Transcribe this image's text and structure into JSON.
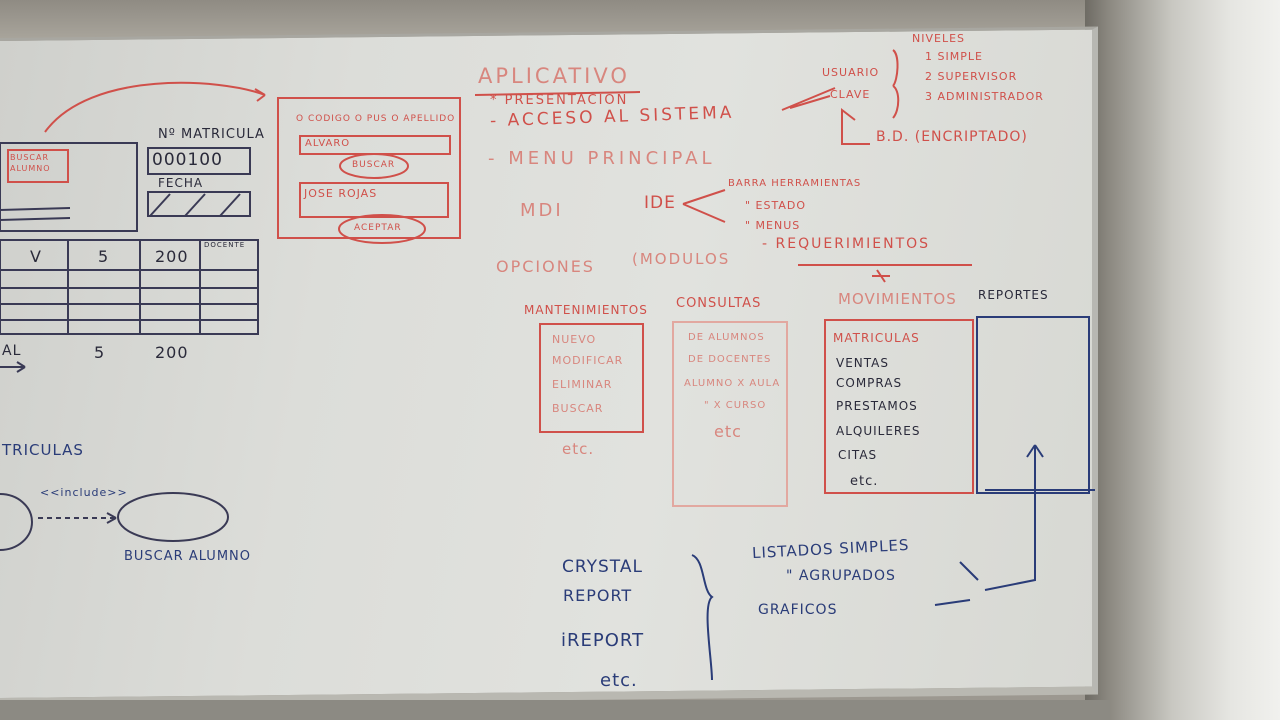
{
  "whiteboard": {
    "left_sketch": {
      "matricula_label": "Nº MATRICULA",
      "matricula_value": "000100",
      "fecha_label": "FECHA",
      "buscar_alumno_btn": "BUSCAR ALUMNO",
      "table_row": [
        "V",
        "5",
        "200"
      ],
      "docente_header": "DOCENTE",
      "totals": [
        "AL",
        "5",
        "200"
      ],
      "matriculas_label": "TRICULAS",
      "include_label": "<<include>>",
      "buscar_alumno_usecase": "BUSCAR ALUMNO"
    },
    "form_sketch": {
      "header": "O CODIGO  O PUS  O APELLIDO",
      "search_value": "ALVARO",
      "buscar_btn": "BUSCAR",
      "result": "JOSE ROJAS",
      "aceptar_btn": "ACEPTAR"
    },
    "aplicativo": {
      "title": "APLICATIVO",
      "presentacion": "* PRESENTACION",
      "acceso": "- ACCESO AL SISTEMA",
      "usuario": "USUARIO",
      "clave": "CLAVE",
      "niveles_title": "NIVELES",
      "niveles": [
        "1  SIMPLE",
        "2  SUPERVISOR",
        "3  ADMINISTRADOR"
      ],
      "bd": "B.D. (ENCRIPTADO)",
      "menu_principal": "- MENU PRINCIPAL",
      "mdi": "MDI",
      "ide": "IDE",
      "ide_items": [
        "BARRA HERRAMIENTAS",
        "\"  ESTADO",
        "\"  MENUS"
      ],
      "opciones": "OPCIONES",
      "modulos": "(MODULOS",
      "requerimientos": "- REQUERIMIENTOS"
    },
    "modules": {
      "mantenimientos": {
        "title": "MANTENIMIENTOS",
        "items": [
          "NUEVO",
          "MODIFICAR",
          "ELIMINAR",
          "BUSCAR"
        ],
        "footer": "etc."
      },
      "consultas": {
        "title": "CONSULTAS",
        "items": [
          "DE ALUMNOS",
          "DE DOCENTES",
          "ALUMNO X AULA",
          "\"  X CURSO",
          "etc"
        ]
      },
      "movimientos": {
        "title": "MOVIMIENTOS",
        "items": [
          "MATRICULAS",
          "VENTAS",
          "COMPRAS",
          "PRESTAMOS",
          "ALQUILERES",
          "CITAS",
          "etc."
        ]
      },
      "reportes": {
        "title": "REPORTES"
      }
    },
    "reports": {
      "tools": [
        "CRYSTAL",
        "REPORT",
        "iREPORT",
        "etc."
      ],
      "outputs": [
        "LISTADOS SIMPLES",
        "\"  AGRUPADOS",
        "GRAFICOS"
      ]
    },
    "colors": {
      "red_marker": "#d0504a",
      "blue_marker": "#2a3c78",
      "board": "#dcddd9"
    }
  }
}
